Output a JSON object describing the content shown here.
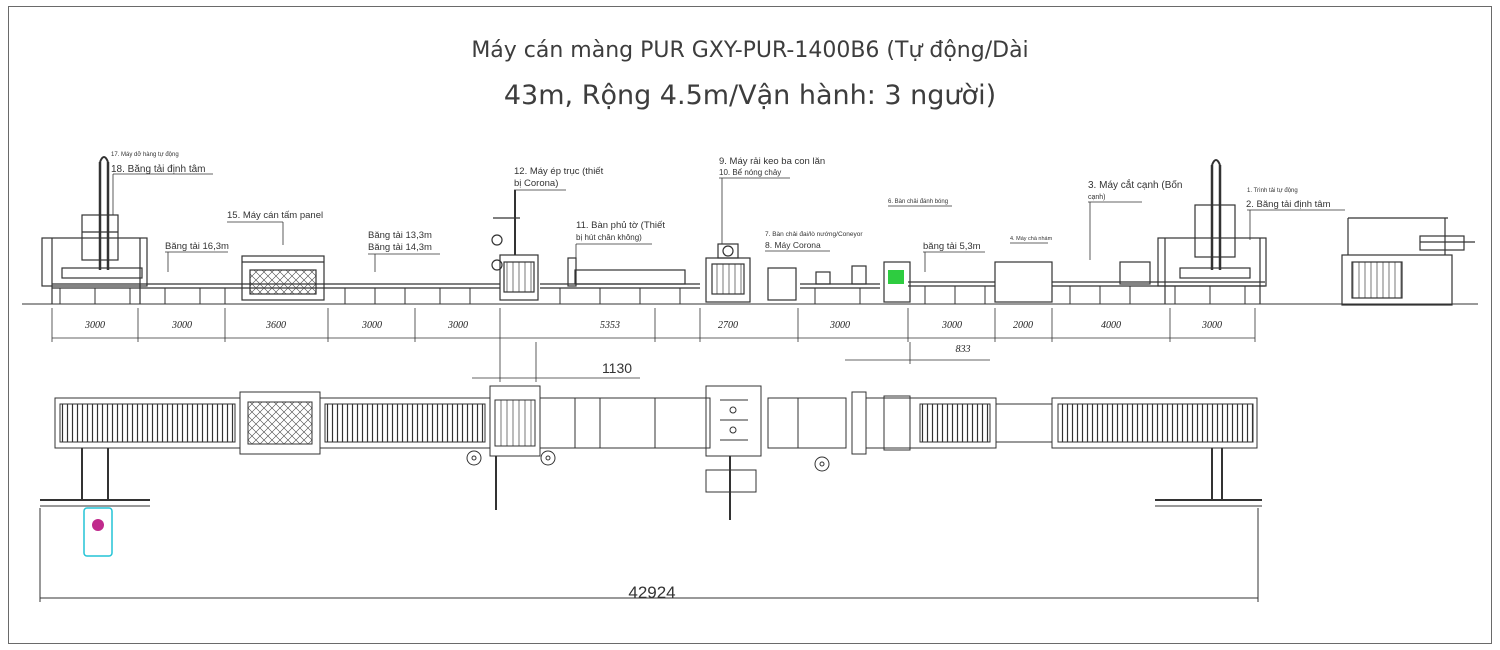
{
  "title": {
    "line1": "Máy cán màng PUR GXY-PUR-1400B6 (Tự động/Dài",
    "line2": "43m, Rộng 4.5m/Vận hành: 3 người)"
  },
  "labels": {
    "l17": "17. Máy dỡ hàng tự động",
    "l18": "18. Băng tải định tâm",
    "conv163": "Băng tải 16,3m",
    "l15": "15. Máy cán tấm panel",
    "conv133": "Băng tải 13,3m",
    "conv143": "Băng tải 14,3m",
    "l12a": "12. Máy ép trục (thiết",
    "l12b": "bị Corona)",
    "l11a": "11. Bàn phủ tờ (Thiết",
    "l11b": "bị hút chân không)",
    "l9": "9. Máy rải keo ba con lăn",
    "l10": "10. Bể nóng chảy",
    "l7": "7. Bàn chải đai/lò nướng/Coneyor",
    "l8": "8. Máy Corona",
    "l6": "6. Bàn chải đánh bóng",
    "conv53": "băng tải 5,3m",
    "l4": "4. Máy chà nhám",
    "l3a": "3. Máy cắt cạnh (Bốn",
    "l3b": "cạnh)",
    "l1": "1. Trình tải tự động",
    "l2": "2. Băng tải định tâm"
  },
  "dimensions": [
    "3000",
    "3000",
    "3600",
    "3000",
    "3000",
    "5353",
    "2700",
    "3000",
    "3000",
    "2000",
    "4000",
    "3000"
  ],
  "dim_833": "833",
  "dim_1130": "1130",
  "total_length": "42924",
  "colors": {
    "line": "#3a3a3a",
    "accent_green": "#2ecc40",
    "accent_cyan": "#23c4d6",
    "accent_magenta": "#c02a8c"
  }
}
